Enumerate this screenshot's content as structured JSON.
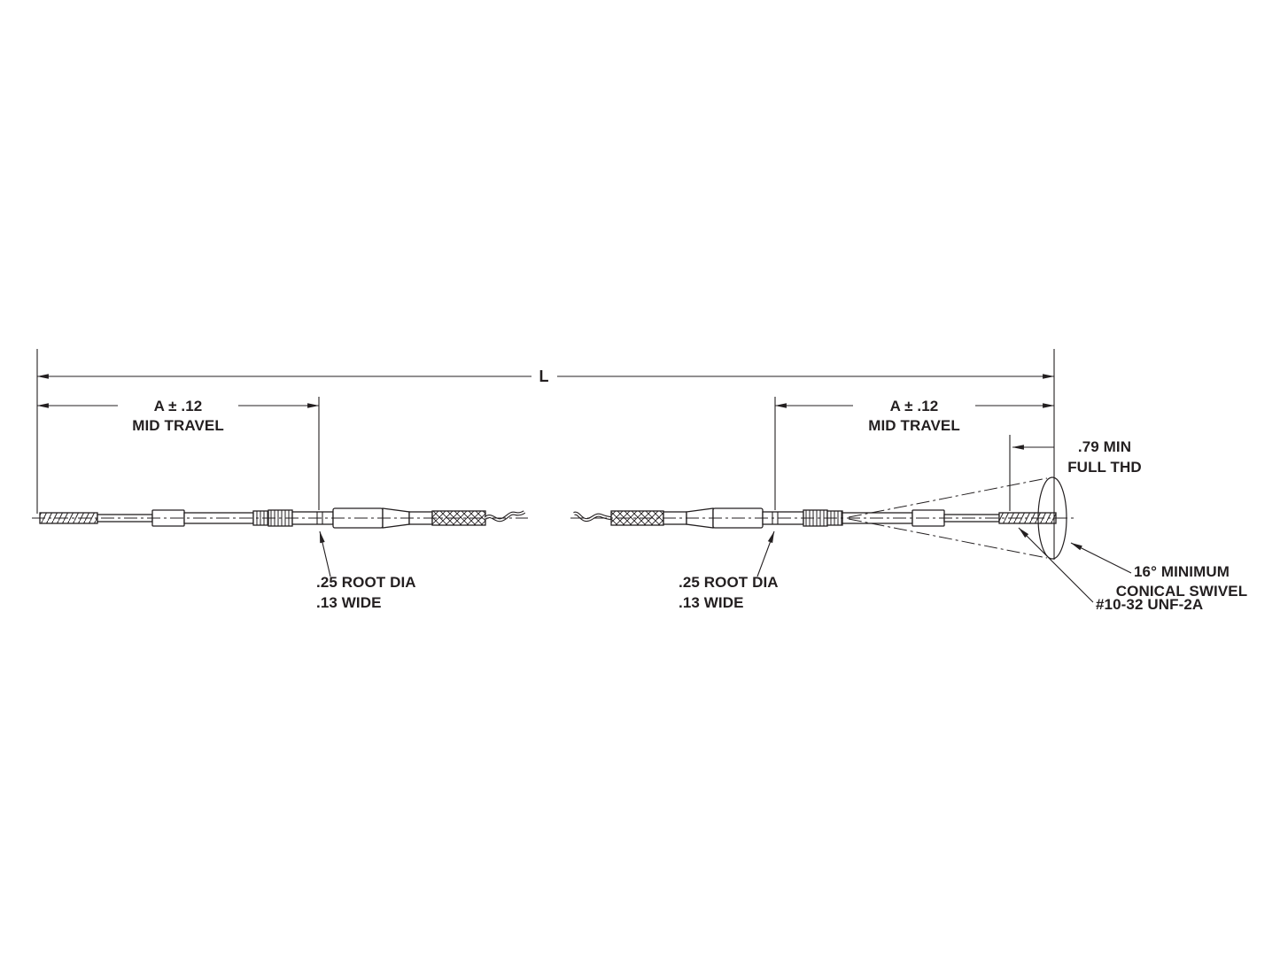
{
  "drawing": {
    "overall_length": {
      "label": "L"
    },
    "mid_travel_left": {
      "dimension": "A ± .12",
      "caption": "MID TRAVEL"
    },
    "mid_travel_right": {
      "dimension": "A ± .12",
      "caption": "MID TRAVEL"
    },
    "full_thread": {
      "value": ".79 MIN",
      "caption": "FULL THD"
    },
    "groove_left": {
      "line1": ".25 ROOT DIA",
      "line2": ".13 WIDE"
    },
    "groove_right": {
      "line1": ".25 ROOT DIA",
      "line2": ".13 WIDE"
    },
    "thread_spec": {
      "label": "#10-32 UNF-2A"
    },
    "conical_swivel": {
      "line1": "16° MINIMUM",
      "line2": "CONICAL SWIVEL"
    }
  },
  "colors": {
    "ink": "#231f20",
    "background": "#ffffff"
  }
}
